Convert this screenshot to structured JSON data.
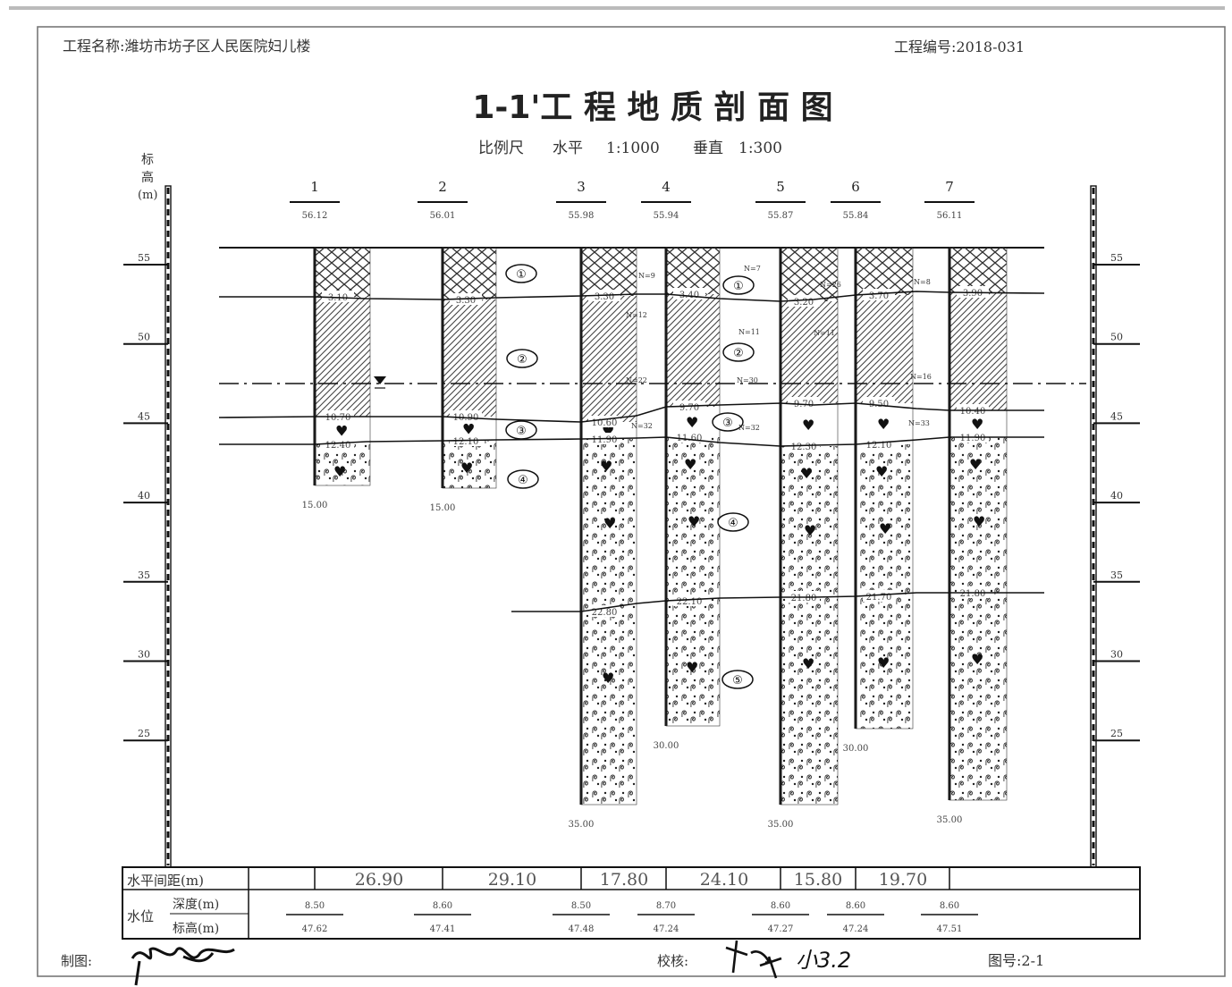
{
  "header": {
    "project_name": "工程名称:潍坊市坊子区人民医院妇儿楼",
    "project_no": "工程编号:2018-031"
  },
  "title": "1-1'工 程 地 质 剖 面 图",
  "scale": {
    "label": "比例尺",
    "horizontal": "水平",
    "horizontal_value": "1:1000",
    "vertical": "垂直",
    "vertical_value": "1:300"
  },
  "axis": {
    "label_line1": "标",
    "label_line2": "高",
    "label_line3": "(m)",
    "ticks": [
      55,
      50,
      45,
      40,
      35,
      30,
      25
    ]
  },
  "boreholes": [
    {
      "no": "1",
      "elev": "56.12",
      "depth": "15.00",
      "layers": [
        "3.10",
        "10.70",
        "12.40"
      ]
    },
    {
      "no": "2",
      "elev": "56.01",
      "depth": "15.00",
      "layers": [
        "3.30",
        "10.90",
        "12.10"
      ]
    },
    {
      "no": "3",
      "elev": "55.98",
      "depth": "35.00",
      "layers": [
        "3.30",
        "10.60",
        "11.90",
        "22.80"
      ]
    },
    {
      "no": "4",
      "elev": "55.94",
      "depth": "30.00",
      "layers": [
        "3.40",
        "9.70",
        "11.60",
        "22.10"
      ]
    },
    {
      "no": "5",
      "elev": "55.87",
      "depth": "35.00",
      "layers": [
        "3.20",
        "9.70",
        "12.30",
        "21.80"
      ]
    },
    {
      "no": "6",
      "elev": "55.84",
      "depth": "30.00",
      "layers": [
        "3.70",
        "9.50",
        "12.10",
        "21.70"
      ]
    },
    {
      "no": "7",
      "elev": "56.11",
      "depth": "35.00",
      "layers": [
        "3.90",
        "10.40",
        "11.90",
        "21.80"
      ]
    }
  ],
  "spt": [
    "N=9",
    "N=12",
    "N=22",
    "N=32",
    "N=7",
    "N=11",
    "N=30",
    "N=32",
    "N=26",
    "N=8",
    "N=16",
    "N=33",
    "N=11"
  ],
  "layer_marks": [
    "①",
    "②",
    "③",
    "④",
    "⑤"
  ],
  "table": {
    "row1_label": "水平间距(m)",
    "distances": [
      "26.90",
      "29.10",
      "17.80",
      "24.10",
      "15.80",
      "19.70"
    ],
    "row2_label": "水位",
    "depth_label": "深度(m)",
    "elev_label": "标高(m)",
    "water_levels": [
      {
        "depth": "8.50",
        "elev": "47.62"
      },
      {
        "depth": "8.60",
        "elev": "47.41"
      },
      {
        "depth": "8.50",
        "elev": "47.48"
      },
      {
        "depth": "8.70",
        "elev": "47.24"
      },
      {
        "depth": "8.60",
        "elev": "47.27"
      },
      {
        "depth": "8.60",
        "elev": "47.24"
      },
      {
        "depth": "8.60",
        "elev": "47.51"
      }
    ]
  },
  "footer": {
    "drawn_label": "制图:",
    "checked_label": "校核:",
    "checked_sig_text": "小3.2",
    "figure_no": "图号:2-1"
  }
}
